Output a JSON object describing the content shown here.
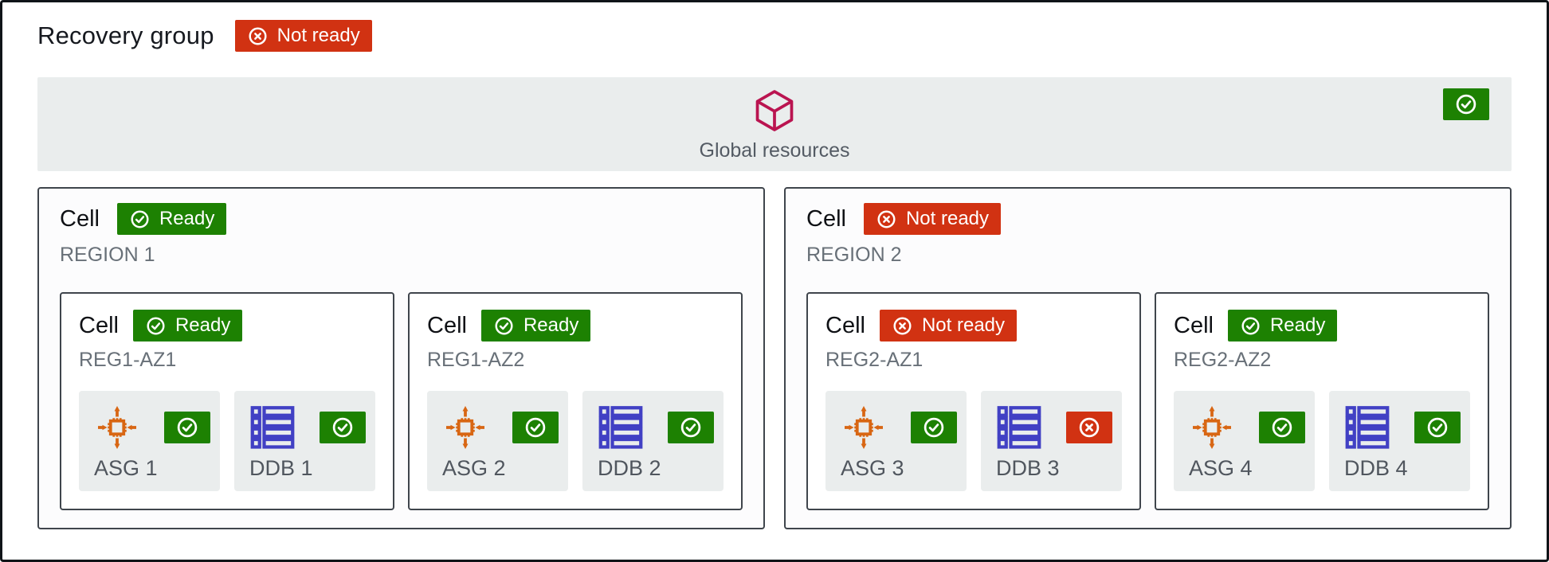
{
  "page": {
    "title": "Recovery group",
    "status": {
      "state": "error",
      "label": "Not ready"
    }
  },
  "global": {
    "label": "Global resources",
    "status": {
      "state": "ok"
    }
  },
  "regions": [
    {
      "cell_label": "Cell",
      "status": {
        "state": "ok",
        "label": "Ready"
      },
      "name": "REGION 1",
      "azs": [
        {
          "cell_label": "Cell",
          "status": {
            "state": "ok",
            "label": "Ready"
          },
          "name": "REG1-AZ1",
          "resources": [
            {
              "label": "ASG 1",
              "type": "asg",
              "status": "ok"
            },
            {
              "label": "DDB 1",
              "type": "ddb",
              "status": "ok"
            }
          ]
        },
        {
          "cell_label": "Cell",
          "status": {
            "state": "ok",
            "label": "Ready"
          },
          "name": "REG1-AZ2",
          "resources": [
            {
              "label": "ASG 2",
              "type": "asg",
              "status": "ok"
            },
            {
              "label": "DDB 2",
              "type": "ddb",
              "status": "ok"
            }
          ]
        }
      ]
    },
    {
      "cell_label": "Cell",
      "status": {
        "state": "error",
        "label": "Not ready"
      },
      "name": "REGION 2",
      "azs": [
        {
          "cell_label": "Cell",
          "status": {
            "state": "error",
            "label": "Not ready"
          },
          "name": "REG2-AZ1",
          "resources": [
            {
              "label": "ASG 3",
              "type": "asg",
              "status": "ok"
            },
            {
              "label": "DDB 3",
              "type": "ddb",
              "status": "error"
            }
          ]
        },
        {
          "cell_label": "Cell",
          "status": {
            "state": "ok",
            "label": "Ready"
          },
          "name": "REG2-AZ2",
          "resources": [
            {
              "label": "ASG 4",
              "type": "asg",
              "status": "ok"
            },
            {
              "label": "DDB 4",
              "type": "ddb",
              "status": "ok"
            }
          ]
        }
      ]
    }
  ],
  "icons": {
    "status_ok": "check-circle",
    "status_error": "x-circle",
    "global_resources": "3d-cube-outline",
    "asg": "ec2-auto-scaling",
    "ddb": "dynamodb-items"
  },
  "colors": {
    "ok": "#1D8102",
    "error": "#D13212",
    "asg": "#D86613",
    "ddb": "#4140C4",
    "cube": "#BA1450",
    "band": "#EAEDED",
    "region_bg": "#FCFCFD",
    "border_dark": "#3F454C",
    "frame": "#101418",
    "text_dark": "#16191F",
    "text_gray": "#687078",
    "text_tile": "#545B64"
  }
}
